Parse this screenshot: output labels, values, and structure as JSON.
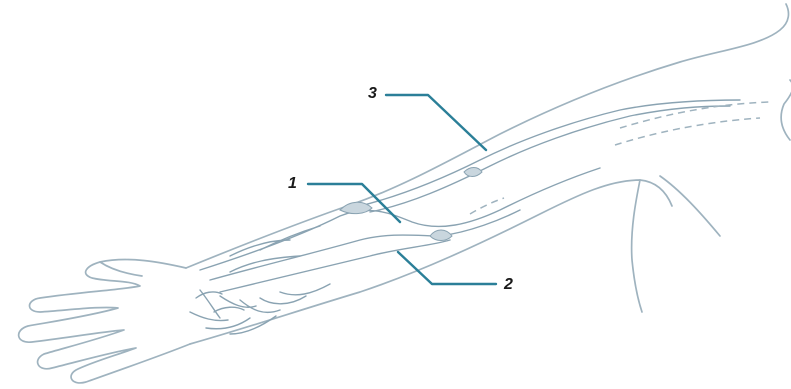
{
  "diagram": {
    "labels": [
      {
        "id": "1",
        "text": "1"
      },
      {
        "id": "2",
        "text": "2"
      },
      {
        "id": "3",
        "text": "3"
      }
    ],
    "colors": {
      "leader": "#2b7f98",
      "outline": "#9fb3bf",
      "vein": "#8aa3b2"
    }
  }
}
